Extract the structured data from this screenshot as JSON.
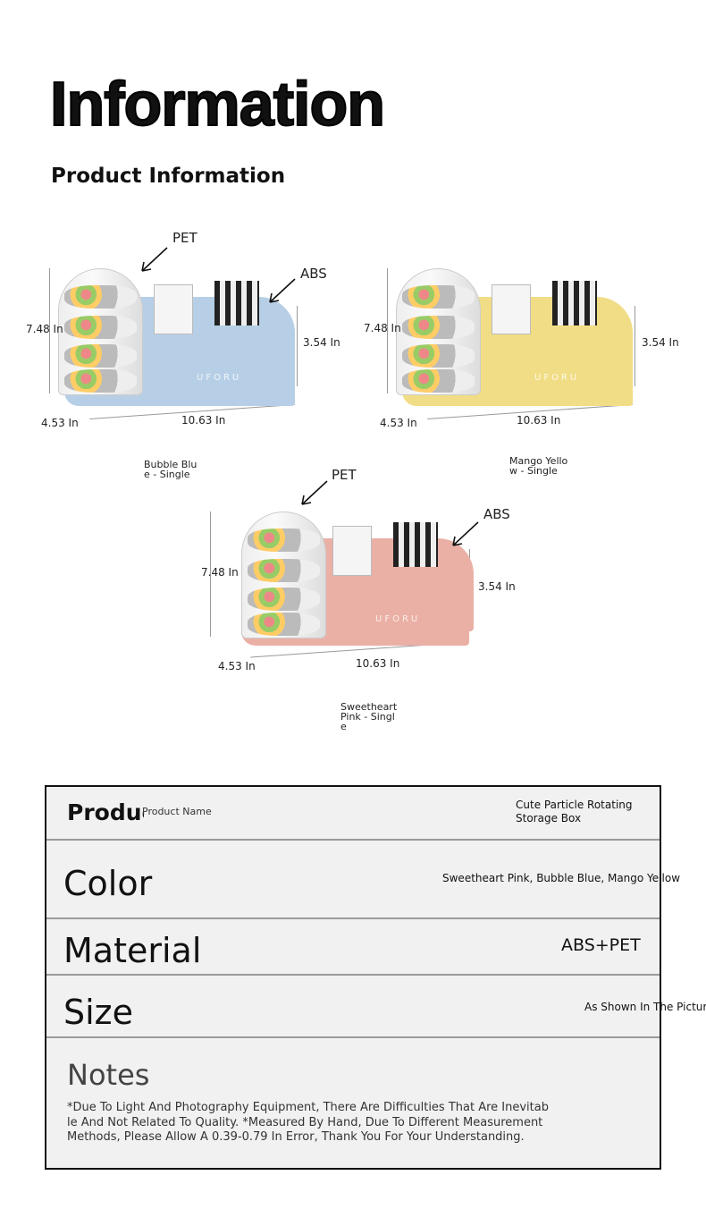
{
  "header": {
    "title": "Information",
    "subtitle": "Product Information"
  },
  "products": [
    {
      "caption": "Bubble Blue - Single",
      "color": "#b7cfe6",
      "pet_label": "PET",
      "abs_label": "ABS",
      "height": "7.48 In",
      "tray_height": "3.54 In",
      "depth": "4.53 In",
      "width": "10.63 In",
      "brand": "UFORU"
    },
    {
      "caption": "Mango Yellow - Single",
      "color": "#f1dd86",
      "height": "7.48 In",
      "tray_height": "3.54 In",
      "depth": "4.53 In",
      "width": "10.63 In",
      "brand": "UFORU"
    },
    {
      "caption": "Sweetheart Pink - Single",
      "color": "#eab0a5",
      "pet_label": "PET",
      "abs_label": "ABS",
      "height": "7.48 In",
      "tray_height": "3.54 In",
      "depth": "4.53 In",
      "width": "10.63 In",
      "brand": "UFORU"
    }
  ],
  "table": {
    "product_name": {
      "label": "Product Name",
      "label_overlay": "Product Name",
      "value": "Cute Particle Rotating Storage Box"
    },
    "color": {
      "label": "Color",
      "value": "Sweetheart Pink, Bubble Blue, Mango Yellow"
    },
    "material": {
      "label": "Material",
      "value": "ABS+PET"
    },
    "size": {
      "label": "Size",
      "value": "As Shown In The Picture"
    },
    "notes": {
      "label": "Notes",
      "value": "*Due To Light And Photography Equipment, There Are Difficulties That Are Inevitable And Not Related To Quality. *Measured By Hand, Due To Different Measurement Methods, Please Allow A 0.39-0.79 In Error, Thank You For Your Understanding."
    }
  }
}
